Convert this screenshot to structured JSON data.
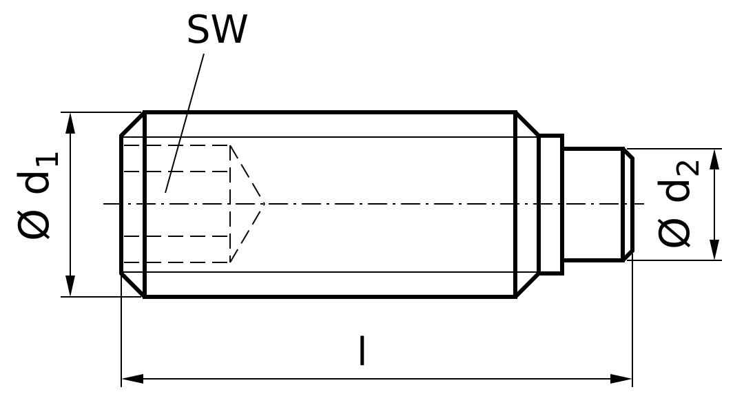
{
  "labels": {
    "sw": "SW",
    "d1_symbol": "Ø d",
    "d1_sub": "1",
    "d2_symbol": "Ø d",
    "d2_sub": "2",
    "length": "l"
  }
}
